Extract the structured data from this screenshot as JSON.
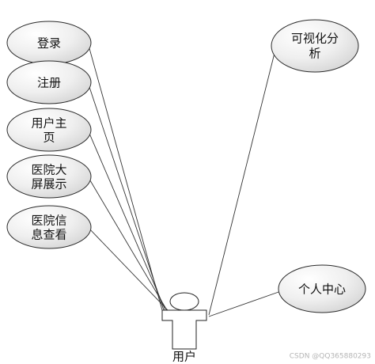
{
  "actor": {
    "label": "用户"
  },
  "use_cases_left": [
    {
      "lines": [
        "登录"
      ]
    },
    {
      "lines": [
        "注册"
      ]
    },
    {
      "lines": [
        "用户主",
        "页"
      ]
    },
    {
      "lines": [
        "医院大",
        "屏展示"
      ]
    },
    {
      "lines": [
        "医院信",
        "息查看"
      ]
    }
  ],
  "use_cases_right": [
    {
      "lines": [
        "可视化分",
        "析"
      ]
    },
    {
      "lines": [
        "个人中心"
      ]
    }
  ],
  "watermark": "CSDN @QQ365880293",
  "colors": {
    "bubble_light": "#ffffff",
    "bubble_shade": "#d4d4d4",
    "stroke": "#2b2b2b"
  }
}
